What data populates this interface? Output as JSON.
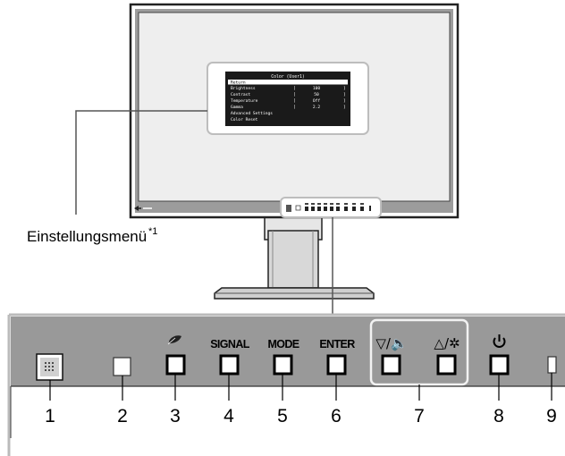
{
  "osd_menu": {
    "title": "Color (User1)",
    "selected": "Return",
    "rows": [
      {
        "label": "Brightness",
        "open": "[",
        "value": "100",
        "close": "]"
      },
      {
        "label": "Contrast",
        "open": "[",
        "value": "50",
        "close": "]"
      },
      {
        "label": "Temperature",
        "open": "[",
        "value": "Off",
        "close": "]"
      },
      {
        "label": "Gamma",
        "open": "[",
        "value": "2.2",
        "close": "]"
      }
    ],
    "extra_items": [
      "Advanced Settings",
      "Color Reset"
    ]
  },
  "callout": {
    "text": "Einstellungsmenü",
    "footnote": "*1"
  },
  "buttons": {
    "signal": "SIGNAL",
    "mode": "MODE",
    "enter": "ENTER",
    "down_volume": "▽/🔈",
    "up_brightness": "△/✲"
  },
  "numbers": [
    "1",
    "2",
    "3",
    "4",
    "5",
    "6",
    "7",
    "8",
    "9"
  ],
  "icons": {
    "sensor": "light-sensor-icon",
    "power": "power-icon",
    "eco": "eco-leaf-icon"
  }
}
